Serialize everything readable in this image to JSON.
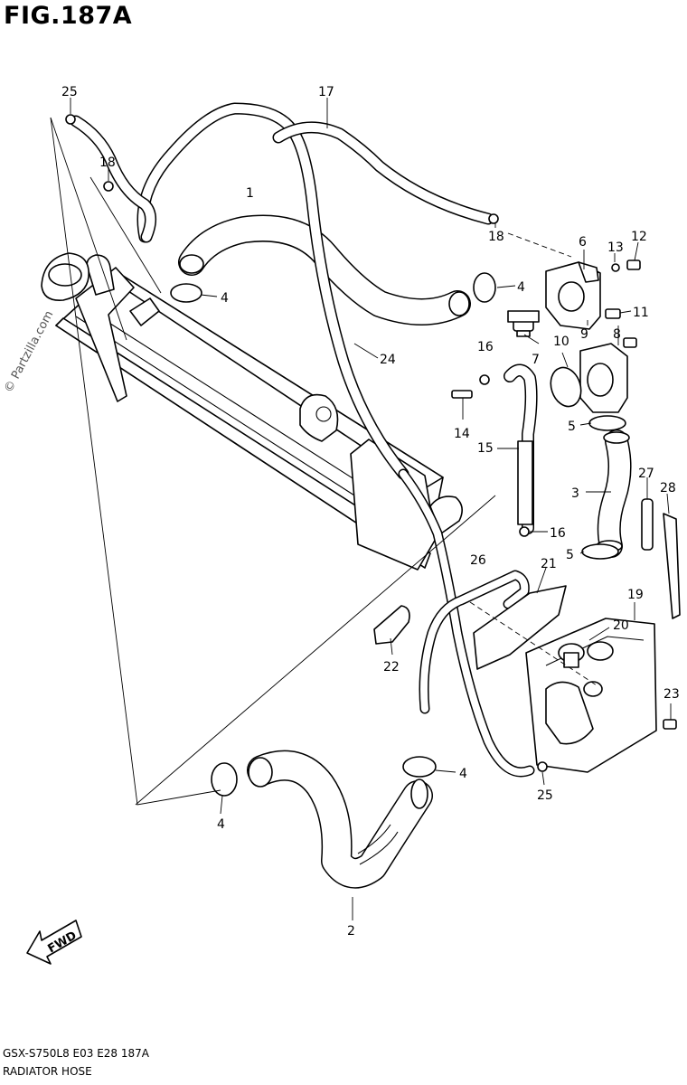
{
  "figure_title": "FIG.187A",
  "watermark": "© Partzilla.com",
  "footer": {
    "model_code": "GSX-S750L8  E03  E28  187A",
    "section_name": "RADIATOR HOSE"
  },
  "fwd_label": "FWD",
  "callouts": [
    "25",
    "17",
    "18",
    "1",
    "18",
    "6",
    "13",
    "12",
    "4",
    "4",
    "11",
    "9",
    "8",
    "10",
    "16",
    "7",
    "24",
    "14",
    "15",
    "5",
    "3",
    "27",
    "28",
    "16",
    "5",
    "26",
    "21",
    "19",
    "20",
    "22",
    "23",
    "25",
    "4",
    "4",
    "2"
  ]
}
